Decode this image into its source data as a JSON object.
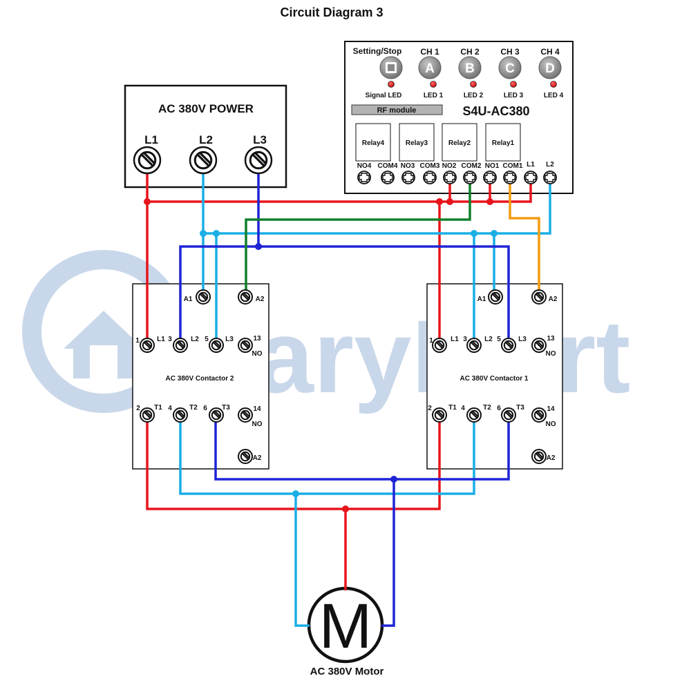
{
  "title": "Circuit Diagram 3",
  "watermark": "CaryMart",
  "colors": {
    "red": "#e8141b",
    "light_blue": "#1aaee5",
    "dark_blue": "#1e24d6",
    "green": "#11802b",
    "orange": "#f39b12",
    "watermark": "#c9d7ea"
  },
  "power": {
    "title": "AC 380V POWER",
    "terminals": [
      "L1",
      "L2",
      "L3"
    ]
  },
  "controller": {
    "setting_label": "Setting/Stop",
    "channels": [
      "CH 1",
      "CH 2",
      "CH 3",
      "CH 4"
    ],
    "buttons": [
      "A",
      "B",
      "C",
      "D"
    ],
    "signal_led": "Signal LED",
    "leds": [
      "LED 1",
      "LED 2",
      "LED 3",
      "LED 4"
    ],
    "rf_module": "RF module",
    "model": "S4U-AC380",
    "relays": [
      "Relay4",
      "Relay3",
      "Relay2",
      "Relay1"
    ],
    "terminals": [
      "NO4",
      "COM4",
      "NO3",
      "COM3",
      "NO2",
      "COM2",
      "NO1",
      "COM1",
      "L1",
      "L2"
    ]
  },
  "contactor2": {
    "name": "AC 380V Contactor 2",
    "a1": "A1",
    "a2": "A2",
    "top_nums": [
      "1",
      "3",
      "5",
      "13"
    ],
    "top_labels": [
      "L1",
      "L2",
      "L3",
      "NO"
    ],
    "bottom_nums": [
      "2",
      "4",
      "6",
      "14"
    ],
    "bottom_labels": [
      "T1",
      "T2",
      "T3",
      "NO"
    ],
    "a2_bottom": "A2"
  },
  "contactor1": {
    "name": "AC 380V Contactor 1",
    "a1": "A1",
    "a2": "A2",
    "top_nums": [
      "1",
      "3",
      "5",
      "13"
    ],
    "top_labels": [
      "L1",
      "L2",
      "L3",
      "NO"
    ],
    "bottom_nums": [
      "2",
      "4",
      "6",
      "14"
    ],
    "bottom_labels": [
      "T1",
      "T2",
      "T3",
      "NO"
    ],
    "a2_bottom": "A2"
  },
  "motor": {
    "symbol": "M",
    "label": "AC 380V Motor"
  }
}
